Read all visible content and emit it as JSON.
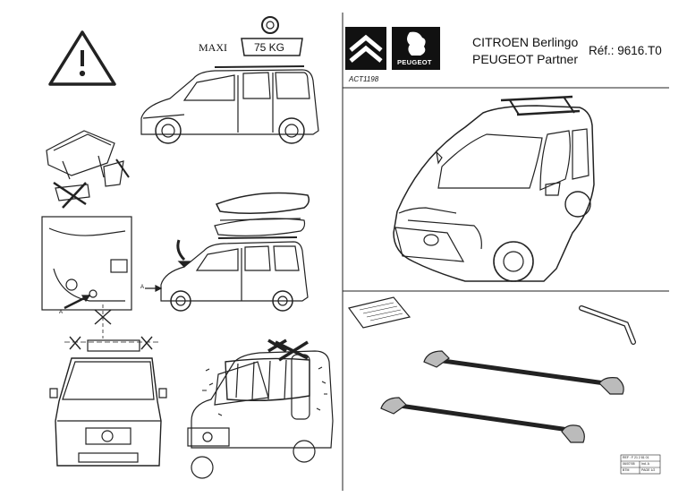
{
  "left_panel": {
    "maxi_label": "MAXI",
    "weight_label": "75 KG",
    "marker_a_top": "A",
    "marker_a_mid": "A"
  },
  "header": {
    "model_line1": "CITROEN Berlingo",
    "model_line2": "PEUGEOT Partner",
    "reference": "Réf.: 9616.T0",
    "doc_code": "ACT1198",
    "peugeot_logo_text": "PEUGEOT"
  },
  "info_box": {
    "rows": [
      [
        "REF : F 21 2 81 01",
        ""
      ],
      [
        "06/07/05",
        "Ind. A"
      ],
      [
        "BTM",
        "PAGE 1/2"
      ]
    ]
  }
}
